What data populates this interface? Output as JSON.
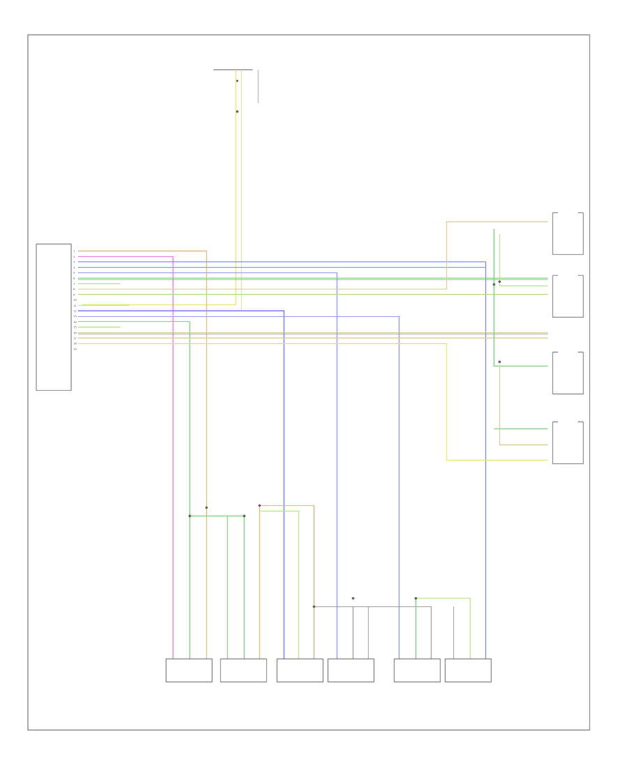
{
  "diagram": {
    "footer_code": "",
    "top_component": {
      "lines": [
        "",
        "",
        ""
      ],
      "note_lines": [
        "",
        "",
        "",
        ""
      ],
      "wire_labels": [
        "",
        "",
        ""
      ]
    },
    "control_unit": {
      "caption_lines": [
        "",
        ""
      ],
      "pins": [
        "1",
        "2",
        "3",
        "4",
        "5",
        "6",
        "7",
        "8",
        "9",
        "10",
        "11",
        "12",
        "13",
        "14",
        "15",
        "16",
        "17",
        "18",
        "19"
      ],
      "wire_labels": [
        "",
        "",
        "",
        "",
        "",
        "",
        "",
        "",
        "",
        "",
        "",
        "",
        "",
        "",
        "",
        "",
        "",
        "",
        ""
      ],
      "notes": [
        "",
        "",
        ""
      ]
    },
    "right_sensors": [
      {
        "caption_lines": [
          "",
          ""
        ],
        "wire_labels": [
          "",
          "",
          ""
        ]
      },
      {
        "caption_lines": [
          "",
          "",
          ""
        ],
        "wire_labels": [
          "",
          "",
          ""
        ]
      },
      {
        "caption_lines": [
          "",
          "",
          ""
        ],
        "wire_labels": [
          "",
          "",
          ""
        ]
      },
      {
        "caption_lines": [
          "",
          ""
        ],
        "wire_labels": [
          "",
          "",
          ""
        ]
      }
    ],
    "bottom_sensors": [
      {
        "caption_lines": [
          "",
          "",
          "",
          "",
          ""
        ],
        "wire_labels": [
          "",
          "",
          ""
        ]
      },
      {
        "caption_lines": [
          "",
          "",
          "",
          "",
          ""
        ],
        "wire_labels": [
          "",
          "",
          ""
        ]
      },
      {
        "caption_lines": [
          "",
          "",
          "",
          ""
        ],
        "wire_labels": [
          "",
          "",
          ""
        ]
      },
      {
        "caption_lines": [
          "",
          "",
          "",
          ""
        ],
        "wire_labels": [
          "",
          "",
          ""
        ]
      },
      {
        "caption_lines": [
          "",
          "",
          "",
          ""
        ],
        "wire_labels": [
          "",
          "",
          ""
        ]
      },
      {
        "caption_lines": [
          "",
          "",
          "",
          ""
        ],
        "wire_labels": [
          "",
          "",
          ""
        ]
      }
    ],
    "colors": {
      "yellow": "#e8e85a",
      "khaki": "#d8c890",
      "blue": "#7878f0",
      "violet": "#9a9aee",
      "green": "#7ad27a",
      "lightgreen": "#b8e68a",
      "pink": "#f07ae0",
      "gray": "#8a8a8a",
      "teal": "#6ab0c8",
      "orange": "#e2b070"
    }
  }
}
